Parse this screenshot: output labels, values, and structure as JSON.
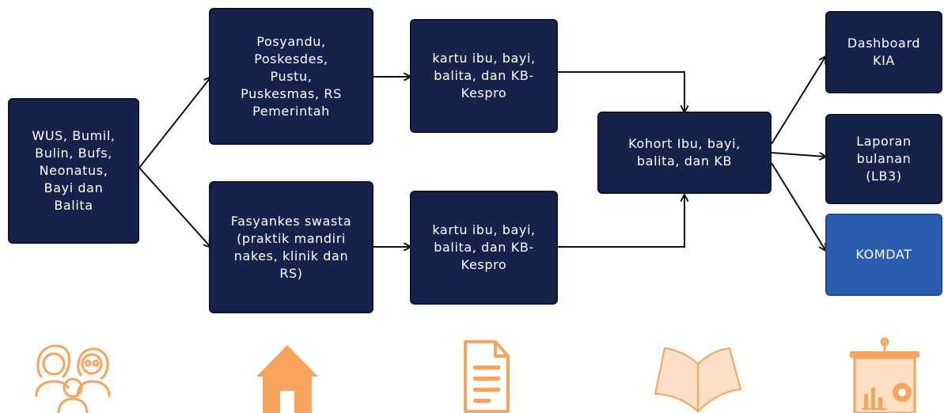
{
  "nodes": {
    "source": "WUS, Bumil,\nBulin, Bufs,\nNeonatus,\nBayi dan\nBalita",
    "public_facility": "Posyandu,\nPoskesdes,\nPustu,\nPuskesmas, RS\nPemerintah",
    "private_facility": "Fasyankes swasta\n(praktik mandiri\nnakes, klinik dan\nRS)",
    "card_top": "kartu ibu,  bayi,\nbalita, dan KB-\nKespro",
    "card_bottom": "kartu ibu, bayi,\nbalita, dan KB-\nKespro",
    "cohort": "Kohort Ibu, bayi,\nbalita, dan KB",
    "dashboard": "Dashboard\nKIA",
    "monthly_report": "Laporan\nbulanan\n(LB3)",
    "komdat": "KOMDAT"
  },
  "icons": [
    "family-icon",
    "house-icon",
    "document-icon",
    "open-book-icon",
    "presentation-board-icon"
  ],
  "colors": {
    "box": "#15224a",
    "komdat_box": "#2a5cb0",
    "icon": "#f7a35c",
    "arrow": "#111111"
  }
}
